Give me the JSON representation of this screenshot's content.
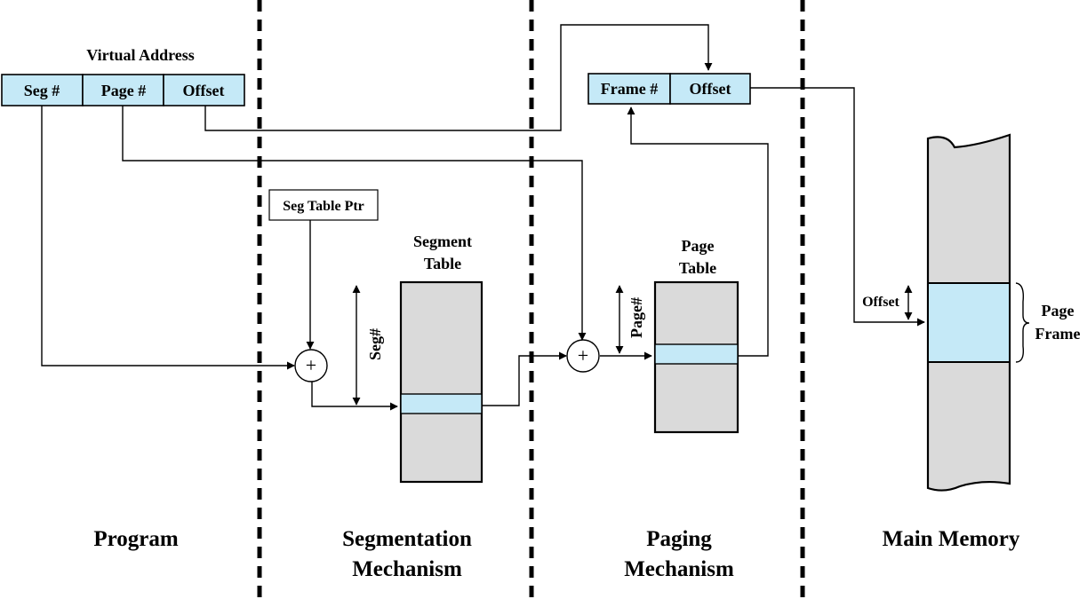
{
  "virtual_address": {
    "title": "Virtual Address",
    "fields": [
      "Seg #",
      "Page #",
      "Offset"
    ]
  },
  "physical_address": {
    "fields": [
      "Frame #",
      "Offset"
    ]
  },
  "seg_table_ptr": "Seg Table Ptr",
  "segment_table": {
    "title_line1": "Segment",
    "title_line2": "Table",
    "index_label": "Seg#"
  },
  "page_table": {
    "title_line1": "Page",
    "title_line2": "Table",
    "index_label": "Page#"
  },
  "adder_symbol": "+",
  "main_memory": {
    "offset_label": "Offset",
    "page_frame_line1": "Page",
    "page_frame_line2": "Frame"
  },
  "sections": {
    "program": "Program",
    "segmentation_line1": "Segmentation",
    "segmentation_line2": "Mechanism",
    "paging_line1": "Paging",
    "paging_line2": "Mechanism",
    "main_memory": "Main Memory"
  },
  "colors": {
    "highlight": "#c5e9f7",
    "table_fill": "#dadada"
  }
}
